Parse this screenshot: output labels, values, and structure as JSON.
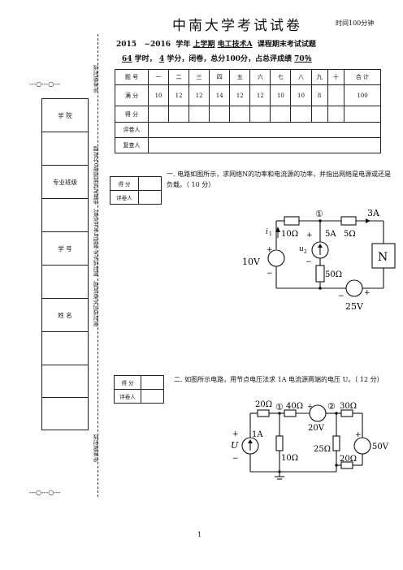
{
  "header": {
    "title": "中南大学考试试卷",
    "time_note": "时间100分钟",
    "line1": {
      "year_a": "2015",
      "year_b": "~2016",
      "year_word": "学年",
      "term": "上学期",
      "course": "电工技术A",
      "suffix": "课程期末考试试题"
    },
    "line2": {
      "hours": "64",
      "hours_unit": "学时，",
      "credits": "4",
      "credits_unit": "学分，闭卷，总分100分，占总评成绩",
      "percent": "70％"
    }
  },
  "score_table": {
    "row_labels": [
      "题 号",
      "满 分",
      "得 分",
      "评卷人",
      "复查人"
    ],
    "columns": [
      "一",
      "二",
      "三",
      "四",
      "五",
      "六",
      "七",
      "八",
      "九",
      "十",
      "合 计"
    ],
    "full_marks": [
      "10",
      "12",
      "12",
      "14",
      "12",
      "12",
      "10",
      "10",
      "8",
      "",
      "100"
    ]
  },
  "sidebar": {
    "fields": [
      "学 院",
      "专业班级",
      "学 号",
      "姓 名"
    ],
    "mark_top": "---○---○---",
    "mark_bottom": "---○---○---",
    "binding_top": "评卷密封线",
    "binding_middle": "密封线内不要答题，密封线外不准填写考生信息，违者考试成绩按0分处理",
    "binding_bottom": "评卷密封线"
  },
  "mini_table": {
    "score_label": "得 分",
    "grader_label": "评卷人"
  },
  "q1": {
    "text": "一. 电路如图所示，求网络N的功率和电流源的功率，并指出网络是电源或还是负载。（ 10 分）",
    "labels": {
      "node": "①",
      "current_3a": "3A",
      "current_i1": "i",
      "i1_sub": "1",
      "r10": "10Ω",
      "plus": "+",
      "cs5a": "5A",
      "r5": "5Ω",
      "u2": "u",
      "u2_sub": "2",
      "minus": "−",
      "v10": "10V",
      "r50": "50Ω",
      "box_n": "N",
      "v25": "25V"
    }
  },
  "q2": {
    "text": "二. 如图所示电路，用节点电压法求 1A 电流源两端的电压 U。（ 12 分）",
    "labels": {
      "r20a": "20Ω",
      "node1": "①",
      "r40": "40Ω",
      "node2": "②",
      "r30": "30Ω",
      "cs1a": "1A",
      "u": "U",
      "v20": "20V",
      "r10": "10Ω",
      "r25": "25Ω",
      "v50": "50V",
      "r20b": "20Ω",
      "plus": "+",
      "minus": "−"
    }
  },
  "footer": {
    "page_number": "1"
  }
}
